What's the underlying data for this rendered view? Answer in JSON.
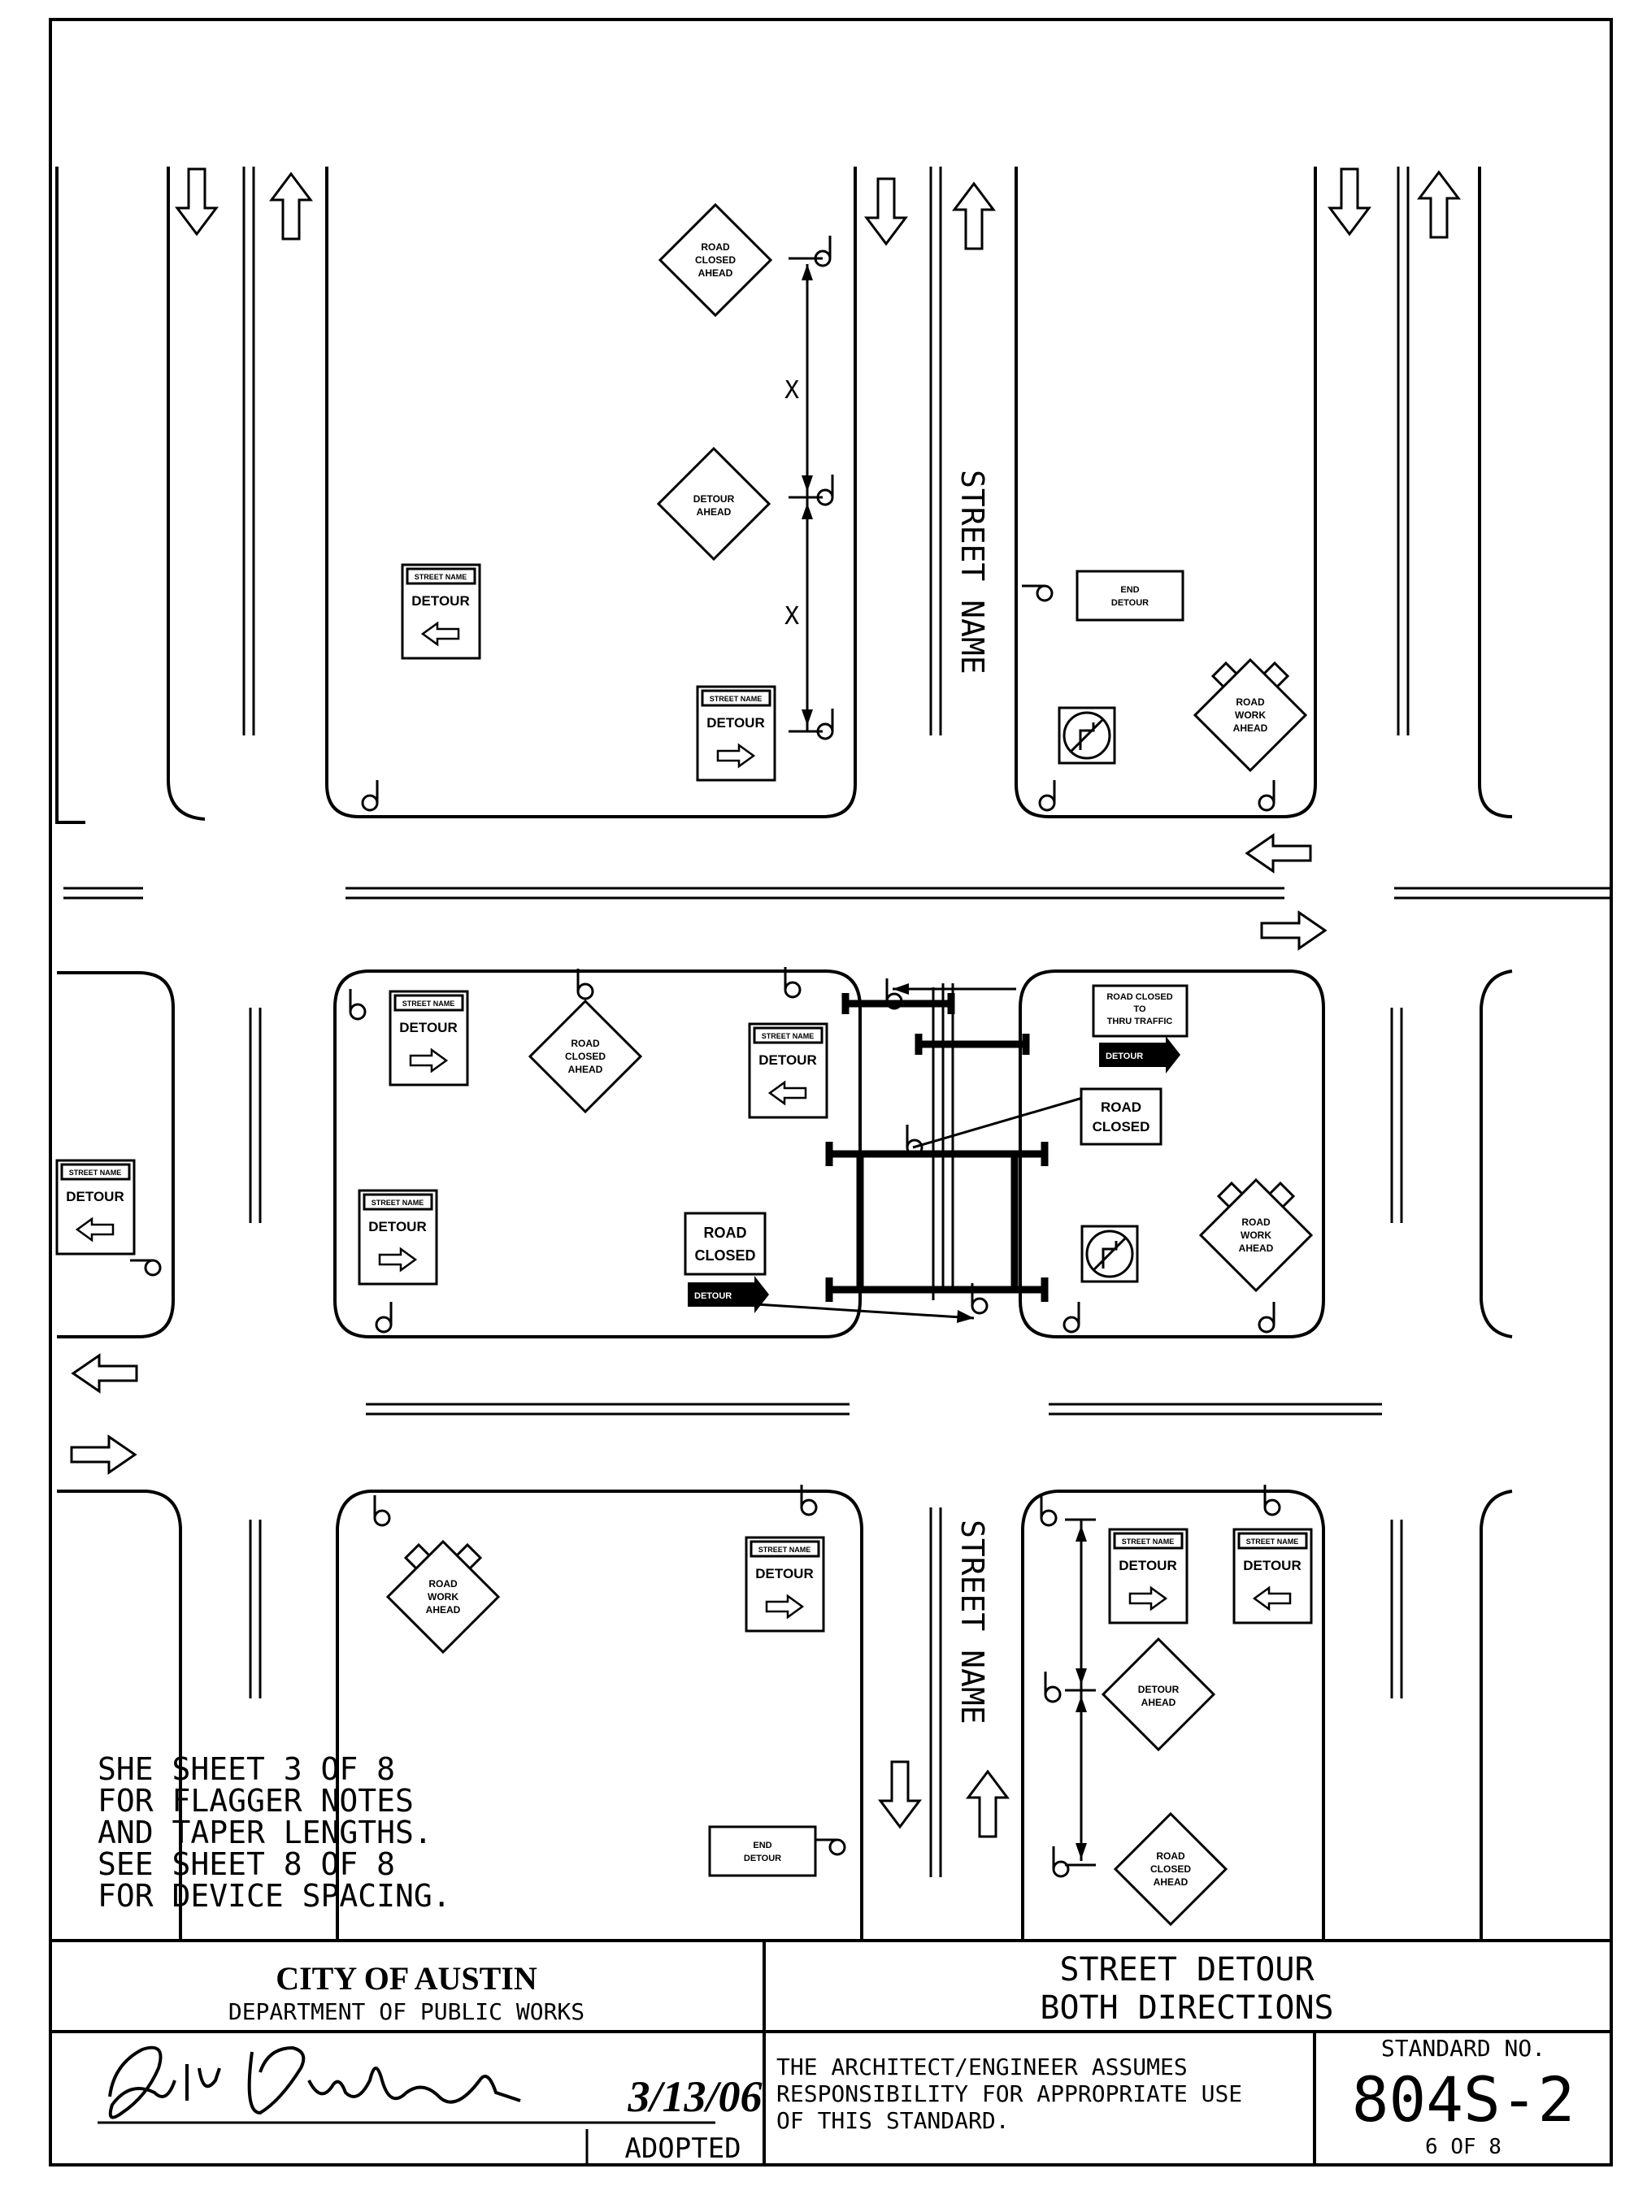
{
  "streets": {
    "vertical_name_1": "STREET NAME",
    "vertical_name_2": "STREET NAME"
  },
  "dim_labels": {
    "x": "X"
  },
  "signs": {
    "road_closed_ahead": [
      "ROAD",
      "CLOSED",
      "AHEAD"
    ],
    "detour_ahead": [
      "DETOUR",
      "AHEAD"
    ],
    "road_work_ahead": [
      "ROAD",
      "WORK",
      "AHEAD"
    ],
    "street_name_plaque": "STREET NAME",
    "detour": "DETOUR",
    "end_detour": [
      "END",
      "DETOUR"
    ],
    "road_closed": [
      "ROAD",
      "CLOSED"
    ],
    "road_closed_thru": [
      "ROAD CLOSED",
      "TO",
      "THRU TRAFFIC"
    ],
    "detour_arrow_panel": "DETOUR"
  },
  "notes": [
    "SHE SHEET 3 OF 8",
    "FOR FLAGGER NOTES",
    "AND TAPER LENGTHS.",
    "SEE SHEET 8 OF 8",
    "FOR DEVICE SPACING."
  ],
  "title_block": {
    "agency": "CITY OF AUSTIN",
    "department": "DEPARTMENT OF PUBLIC WORKS",
    "title_line1": "STREET DETOUR",
    "title_line2": "BOTH DIRECTIONS",
    "date": "3/13/06",
    "adopted": "ADOPTED",
    "disclaimer": [
      "THE ARCHITECT/ENGINEER ASSUMES",
      "RESPONSIBILITY FOR APPROPRIATE USE",
      "OF THIS STANDARD."
    ],
    "standard_label": "STANDARD NO.",
    "standard_no": "804S-2",
    "sheet": "6 OF 8"
  }
}
